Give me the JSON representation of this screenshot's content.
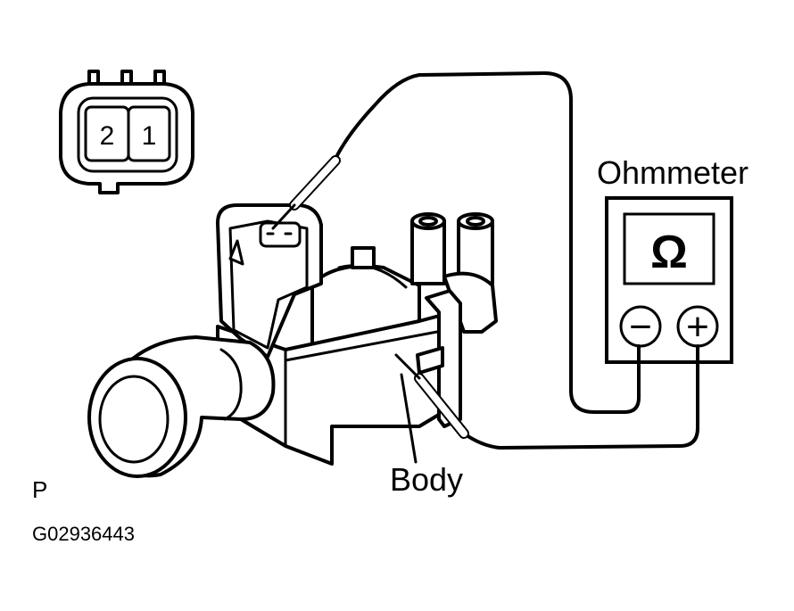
{
  "connector": {
    "pin_left": "2",
    "pin_right": "1"
  },
  "meter": {
    "title": "Ohmmeter",
    "symbol": "Ω",
    "minus": "−",
    "plus": "+"
  },
  "labels": {
    "body": "Body",
    "corner": "P",
    "figure_id": "G02936443"
  },
  "colors": {
    "line": "#000000",
    "background": "#ffffff"
  }
}
